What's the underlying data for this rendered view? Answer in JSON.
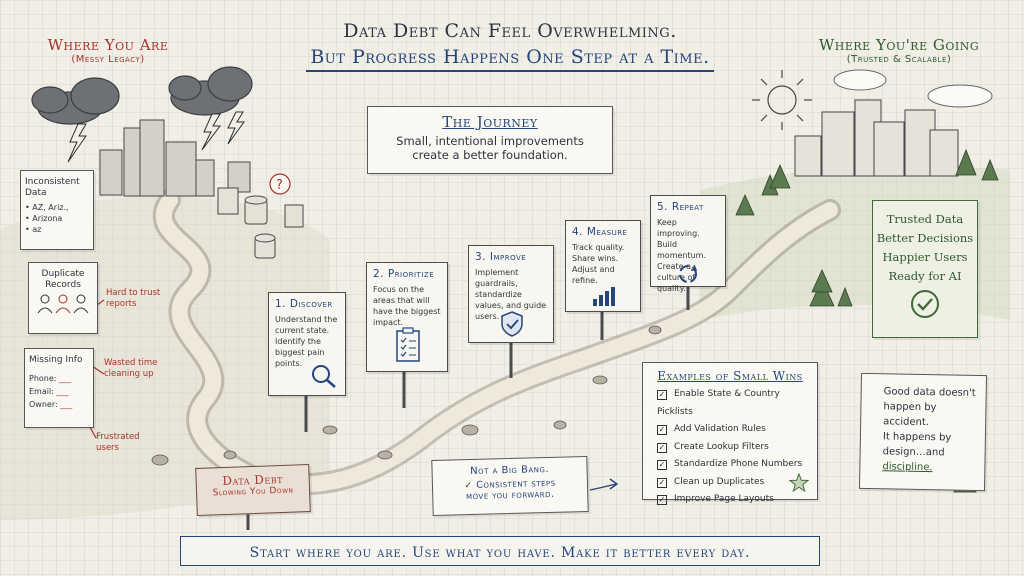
{
  "header": {
    "line1": "Data Debt Can Feel Overwhelming.",
    "line2": "But Progress Happens One Step at a Time."
  },
  "left_heading": {
    "title": "Where You Are",
    "subtitle": "(Messy Legacy)"
  },
  "right_heading": {
    "title": "Where You're Going",
    "subtitle": "(Trusted & Scalable)"
  },
  "journey": {
    "title": "The Journey",
    "line1": "Small, intentional improvements",
    "line2": "create a better foundation."
  },
  "issues": {
    "inconsistent": {
      "title": "Inconsistent Data",
      "items": [
        "• AZ, Ariz.,",
        "• Arizona",
        "• az"
      ]
    },
    "duplicate": {
      "title": "Duplicate Records"
    },
    "missing": {
      "title": "Missing Info",
      "fields": [
        "Phone:",
        "Email:",
        "Owner:"
      ]
    }
  },
  "pain_notes": [
    "Hard to trust reports",
    "Wasted time cleaning up",
    "Frustrated users"
  ],
  "debt_sign": {
    "line1": "Data Debt",
    "line2": "Slowing You Down"
  },
  "steps": [
    {
      "title": "1. Discover",
      "text": "Understand the current state. Identify the biggest pain points.",
      "icon": "magnifier-icon"
    },
    {
      "title": "2. Prioritize",
      "text": "Focus on the areas that will have the biggest impact.",
      "icon": "checklist-icon"
    },
    {
      "title": "3. Improve",
      "text": "Implement guardrails, standardize values, and guide users.",
      "icon": "shield-check-icon"
    },
    {
      "title": "4. Measure",
      "text": "Track quality. Share wins. Adjust and refine.",
      "icon": "bar-chart-icon"
    },
    {
      "title": "5. Repeat",
      "text": "Keep improving. Build momentum. Create a culture of quality.",
      "icon": "cycle-arrows-icon"
    }
  ],
  "outcomes": [
    "Trusted Data",
    "Better Decisions",
    "Happier Users",
    "Ready for AI"
  ],
  "wins": {
    "title": "Examples of Small Wins",
    "items": [
      "Enable State & Country Picklists",
      "Add Validation Rules",
      "Create Lookup Filters",
      "Standardize Phone Numbers",
      "Clean up Duplicates",
      "Improve Page Layouts"
    ]
  },
  "bang_note": {
    "line1": "Not a Big Bang.",
    "line2": "Consistent steps",
    "line3": "move you forward."
  },
  "quote": {
    "line1": "Good data doesn't",
    "line2": "happen by accident.",
    "line3": "It happens by",
    "line4": "design…and",
    "line5": "discipline."
  },
  "footer": "Start where you are. Use what you have. Make it better every day.",
  "colors": {
    "paper": "#f1eee6",
    "ink": "#2c3440",
    "red": "#a8322d",
    "blue": "#24467a",
    "green": "#3f6b3a"
  }
}
